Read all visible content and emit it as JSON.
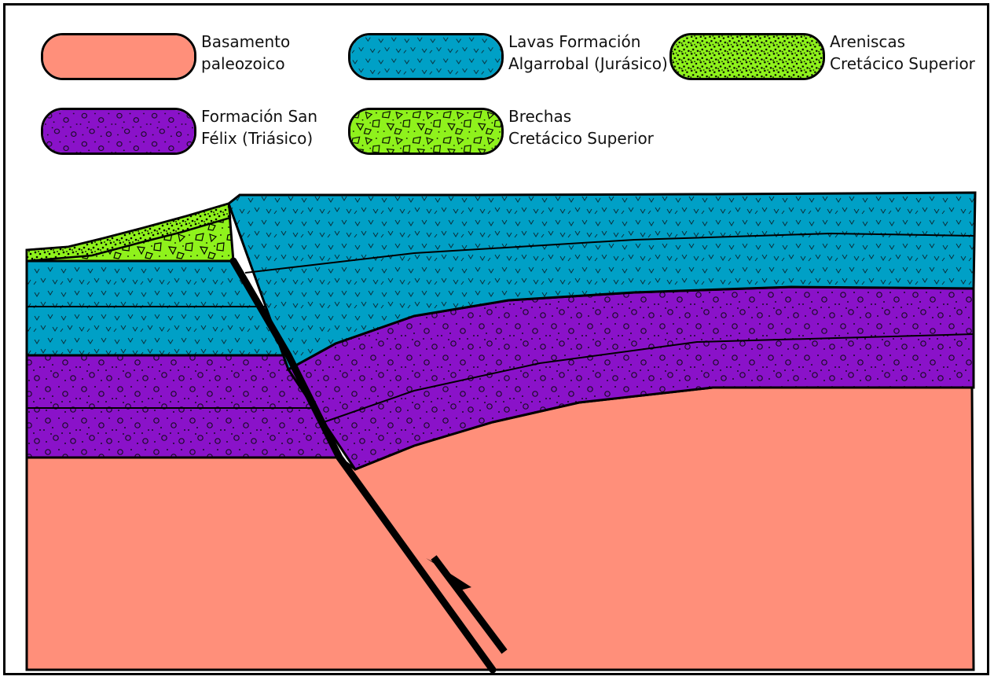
{
  "colors": {
    "basement": "#ff8f7a",
    "lavas": "#00a0c6",
    "triassic": "#8a12c9",
    "cretaceous": "#8ff21c",
    "outline": "#000000"
  },
  "legend": [
    {
      "id": "basamento",
      "line1": "Basamento",
      "line2": "paleozoico",
      "pattern": "plain-salmon-pattern"
    },
    {
      "id": "lavas",
      "line1": "Lavas Formación",
      "line2": "Algarrobal (Jurásico)",
      "pattern": "v-mark-pattern"
    },
    {
      "id": "areniscas",
      "line1": "Areniscas",
      "line2": "Cretácico Superior",
      "pattern": "dense-dot-pattern"
    },
    {
      "id": "san-felix",
      "line1": "Formación San",
      "line2": "Félix (Triásico)",
      "pattern": "circle-dot-pattern"
    },
    {
      "id": "brechas",
      "line1": "Brechas",
      "line2": "Cretácico Superior",
      "pattern": "angular-clast-pattern"
    }
  ],
  "cross_section": {
    "fault_type": "reverse",
    "units_from_bottom": [
      "Basamento paleozoico",
      "Formación San Félix (Triásico)",
      "Lavas Formación Algarrobal (Jurásico)",
      "Brechas Cretácico Superior",
      "Areniscas Cretácico Superior"
    ]
  }
}
